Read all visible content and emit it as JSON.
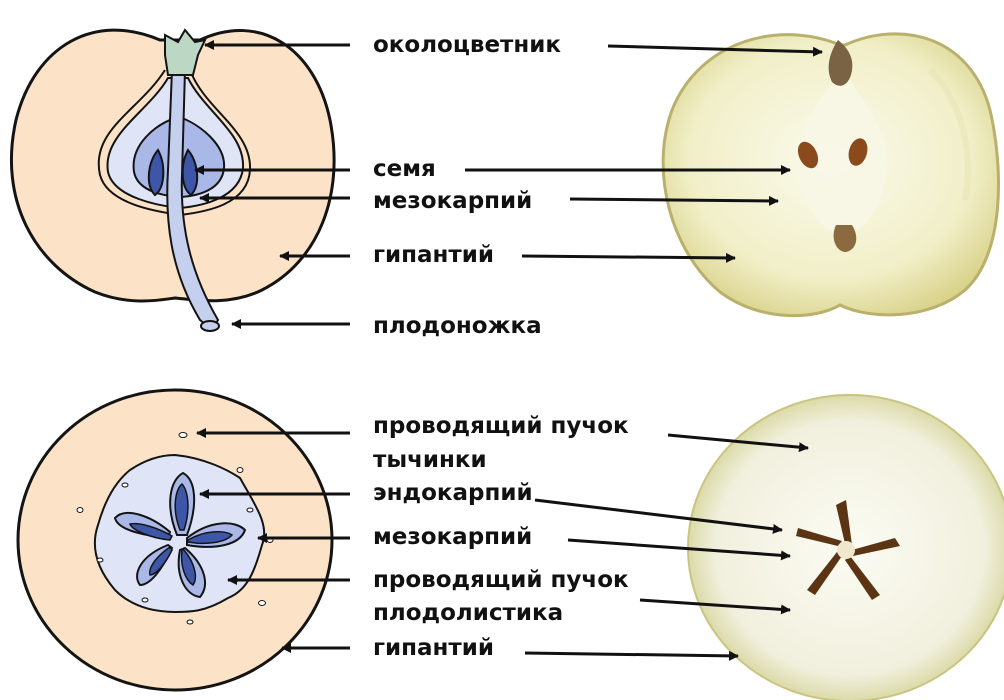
{
  "labels": {
    "top_perianth": "околоцветник",
    "top_seed": "семя",
    "top_mesocarp": "мезокарпий",
    "top_hypanthium": "гипантий",
    "top_stalk": "плодоножка",
    "bottom_stamen_bundle_line1": "проводящий пучок",
    "bottom_stamen_bundle_line2": "тычинки",
    "bottom_endocarp": "эндокарпий",
    "bottom_mesocarp": "мезокарпий",
    "bottom_carpel_bundle_line1": "проводящий пучок",
    "bottom_carpel_bundle_line2": "плодолистика",
    "bottom_hypanthium": "гипантий"
  },
  "colors": {
    "hypanthium": "#fce3c7",
    "mesocarp": "#dfe4f6",
    "endocarp": "#a9b8e7",
    "seed": "#3e56a8",
    "stalk": "#c5d0ee",
    "perianth": "#bcd8c4",
    "outline": "#141414",
    "photo_flesh": "#f3f1cf",
    "photo_core": "#f8f7e6",
    "photo_seed": "#8a4a1c",
    "photo_dark": "#3a2a1a"
  }
}
